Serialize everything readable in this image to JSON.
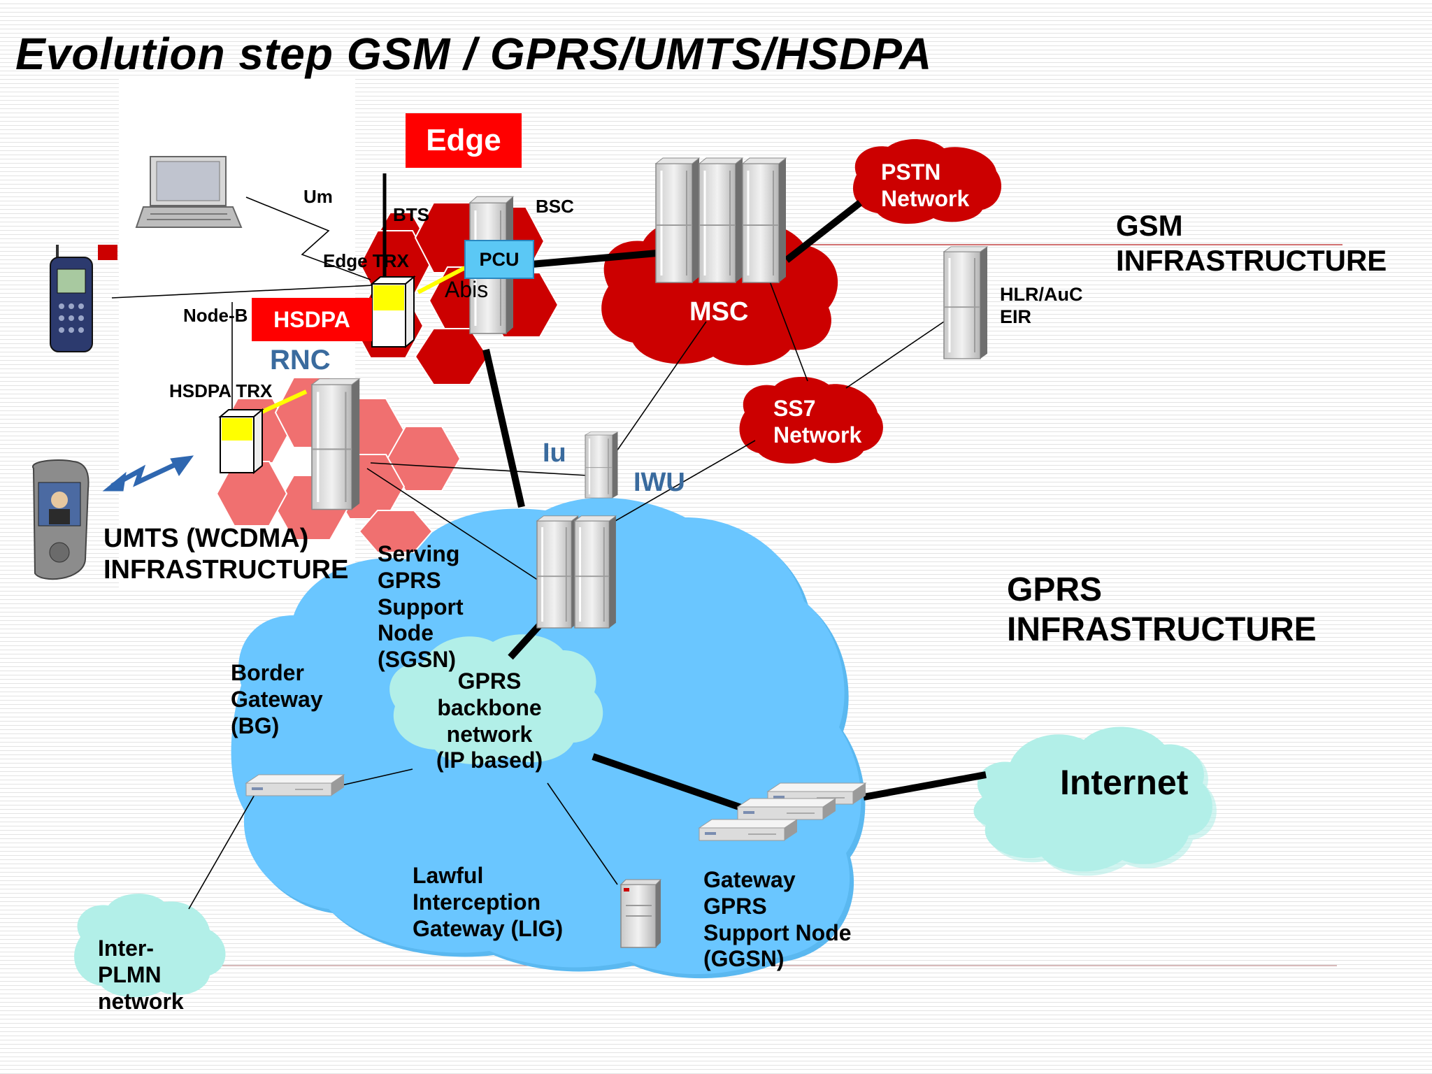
{
  "title": "Evolution step GSM / GPRS/UMTS/HSDPA",
  "badges": {
    "edge": "Edge",
    "hsdpa": "HSDPA",
    "pcu": "PCU"
  },
  "labels": {
    "um": "Um",
    "bts": "BTS",
    "bsc": "BSC",
    "edge_trx": "Edge TRX",
    "abis": "Abis",
    "node_b": "Node-B",
    "rnc": "RNC",
    "hsdpa_trx": "HSDPA TRX",
    "msc": "MSC",
    "pstn": "PSTN\nNetwork",
    "gsm_infra": "GSM\nINFRASTRUCTURE",
    "hlr": "HLR/AuC\nEIR",
    "ss7": "SS7\nNetwork",
    "iu": "Iu",
    "iwu": "IWU",
    "umts_infra": "UMTS (WCDMA)\nINFRASTRUCTURE",
    "sgsn": "Serving\nGPRS\nSupport\nNode\n(SGSN)",
    "gprs_infra": "GPRS\nINFRASTRUCTURE",
    "border_gw": "Border\nGateway\n(BG)",
    "backbone": "GPRS\nbackbone\nnetwork\n(IP based)",
    "internet": "Internet",
    "lig": "Lawful\nInterception\nGateway (LIG)",
    "ggsn": "Gateway\nGPRS\nSupport Node\n(GGSN)",
    "inter_plmn": "Inter-\nPLMN\nnetwork"
  },
  "colors": {
    "gsm_red": "#cc0000",
    "badge_red": "#ff0000",
    "umts_pink": "#f07070",
    "gprs_blue": "#6ac6ff",
    "cloud_cyan": "#b2efe8",
    "trx_yellow": "#ffff00",
    "blue_label": "#3a6b9e"
  },
  "icons": [
    "laptop-icon",
    "mobile-phone-icon",
    "video-phone-icon",
    "server-rack-icon",
    "router-icon",
    "lightning-arrow-icon",
    "cloud-icon"
  ]
}
